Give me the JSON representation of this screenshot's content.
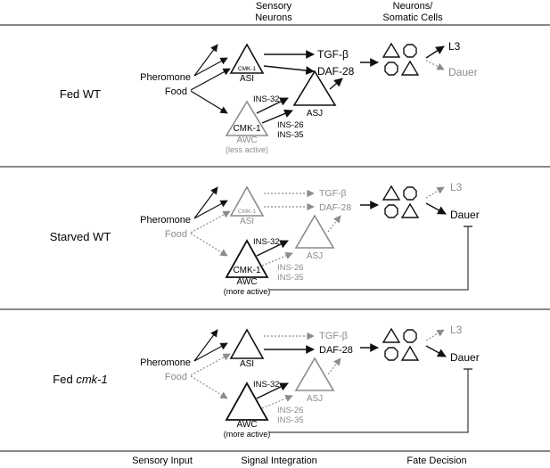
{
  "header": {
    "sensory_neurons_line1": "Sensory",
    "sensory_neurons_line2": "Neurons",
    "somatic_line1": "Neurons/",
    "somatic_line2": "Somatic Cells"
  },
  "footer": {
    "sensory_input": "Sensory Input",
    "signal_integration": "Signal Integration",
    "fate_decision": "Fate Decision"
  },
  "colors": {
    "active": "#111111",
    "inactive": "#8c8c8c"
  },
  "panels": [
    {
      "condition": "Fed  WT",
      "condition_italic": "",
      "pheromone": "Pheromone",
      "food": "Food",
      "asi_box": "CMK-1",
      "asi": "ASI",
      "awc_box": "CMK-1",
      "awc": "AWC",
      "awc_note": "(less active)",
      "asj": "ASJ",
      "ins32": "INS-32",
      "ins26": "INS-26",
      "ins35": "INS-35",
      "tgf": "TGF-β",
      "daf": "DAF-28",
      "l3": "L3",
      "dauer": "Dauer"
    },
    {
      "condition": "Starved WT",
      "condition_italic": "",
      "pheromone": "Pheromone",
      "food": "Food",
      "asi_box": "CMK-1",
      "asi": "ASI",
      "awc_box": "CMK-1",
      "awc": "AWC",
      "awc_note": "(more active)",
      "asj": "ASJ",
      "ins32": "INS-32",
      "ins26": "INS-26",
      "ins35": "INS-35",
      "tgf": "TGF-β",
      "daf": "DAF-28",
      "l3": "L3",
      "dauer": "Dauer"
    },
    {
      "condition": "Fed ",
      "condition_italic": "cmk-1",
      "pheromone": "Pheromone",
      "food": "Food",
      "asi_box": "",
      "asi": "ASI",
      "awc_box": "",
      "awc": "AWC",
      "awc_note": "(more active)",
      "asj": "ASJ",
      "ins32": "INS-32",
      "ins26": "INS-26",
      "ins35": "INS-35",
      "tgf": "TGF-β",
      "daf": "DAF-28",
      "l3": "L3",
      "dauer": "Dauer"
    }
  ]
}
